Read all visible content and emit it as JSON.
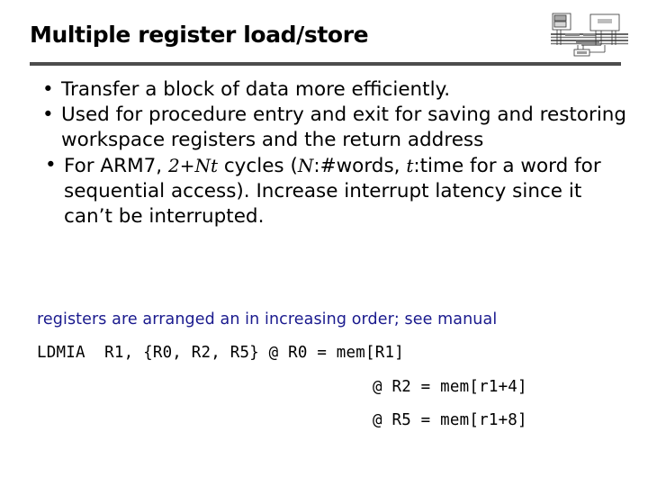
{
  "slide": {
    "title": "Multiple register load/store",
    "logo_icon": "system-block-diagram-icon",
    "bullets": [
      {
        "level": 1,
        "marker": "•",
        "text": "Transfer a block of data more efficiently."
      },
      {
        "level": 1,
        "marker": "•",
        "text": "Used for procedure entry and exit for saving and restoring workspace registers and the return address"
      },
      {
        "level": 2,
        "marker": "•",
        "segments": [
          {
            "style": "normal",
            "text": "For ARM7, "
          },
          {
            "style": "italic-serif",
            "text": "2+Nt"
          },
          {
            "style": "normal",
            "text": " cycles ("
          },
          {
            "style": "italic-serif",
            "text": "N"
          },
          {
            "style": "normal",
            "text": ":#words, "
          },
          {
            "style": "italic-serif",
            "text": "t"
          },
          {
            "style": "normal",
            "text": ":time for a word for sequential access). Increase interrupt latency since it can’t be interrupted."
          }
        ]
      }
    ],
    "note": {
      "text": "registers are arranged an in increasing order; see manual",
      "color": "#1a1a8e"
    },
    "code_lines": [
      "LDMIA  R1, {R0, R2, R5} @ R0 = mem[R1]",
      "@ R2 = mem[r1+4]",
      "@ R5 = mem[r1+8]"
    ],
    "divider_color": "#4d4d4d"
  }
}
